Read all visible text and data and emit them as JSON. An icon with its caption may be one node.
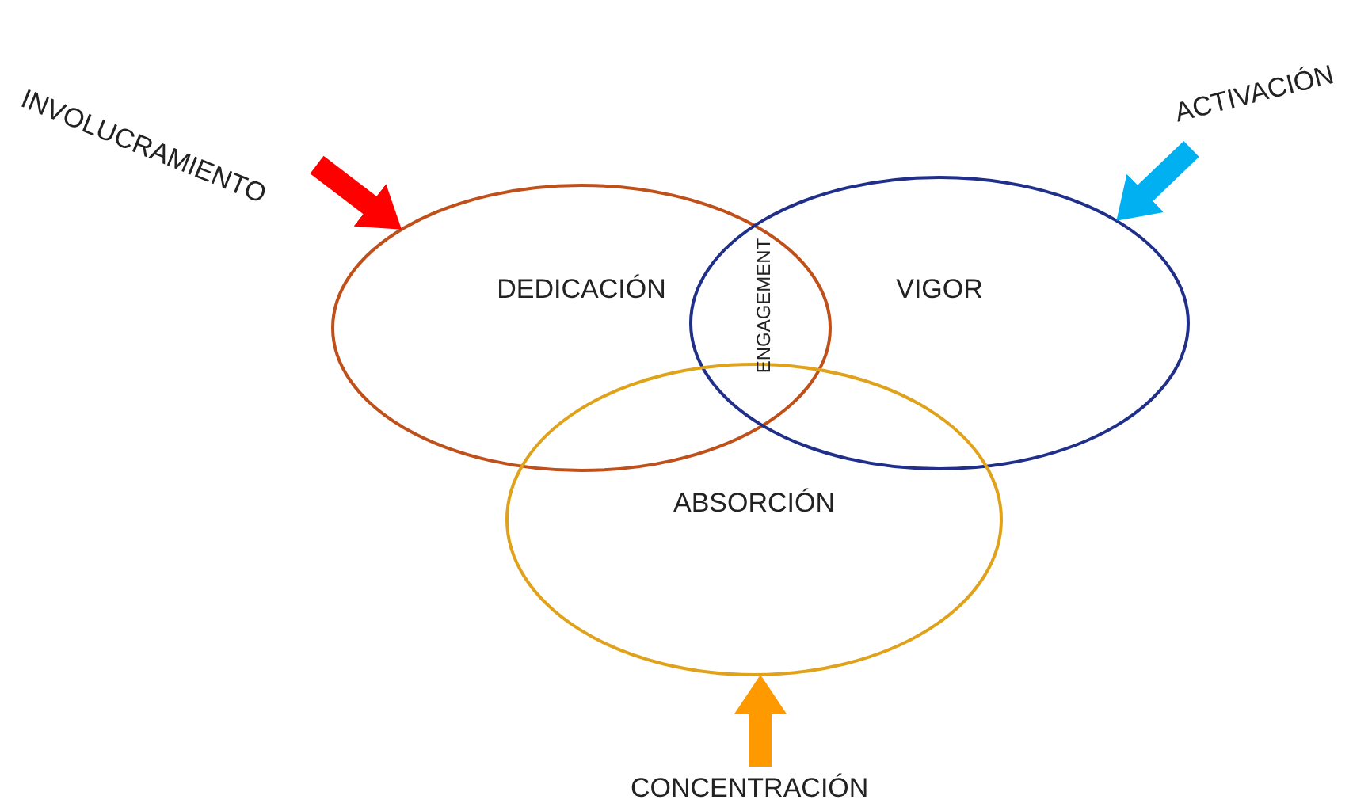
{
  "diagram": {
    "nodes": [
      {
        "text": [
          "DEDICACIÓN"
        ]
      },
      {
        "text": [
          "VIGOR"
        ]
      },
      {
        "text": [
          "ABSORCIÓN"
        ]
      },
      {
        "text": [
          "INVOLUCRAMIENTO"
        ]
      },
      {
        "text": [
          "ACTIVACIÓN"
        ]
      },
      {
        "text": [
          "CONCENTRACIÓN"
        ]
      }
    ],
    "edges": [
      {
        "from": 3,
        "to": 0,
        "arrow": "to",
        "color": "#ff0000"
      },
      {
        "from": 4,
        "to": 1,
        "arrow": "to",
        "color": "#00b0f0"
      },
      {
        "from": 5,
        "to": 2,
        "arrow": "to",
        "color": "#ff9900"
      }
    ],
    "labels": [
      "ENGAGEMENT"
    ]
  }
}
